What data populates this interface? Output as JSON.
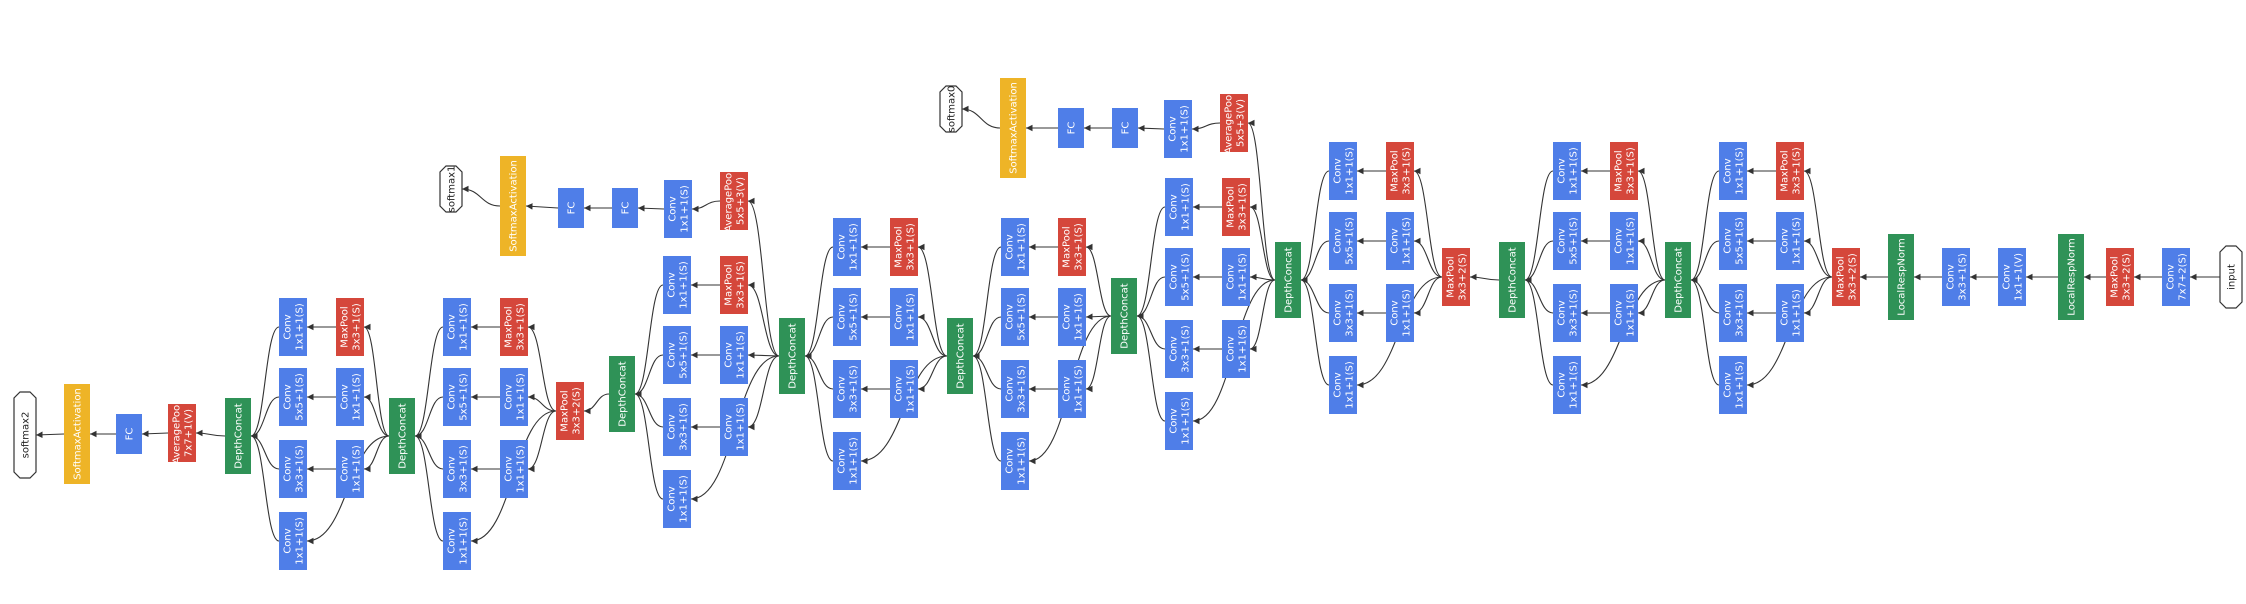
{
  "colors": {
    "conv": "#4f7ee8",
    "pool": "#d5473b",
    "concat": "#2f9257",
    "norm": "#2f9257",
    "softmax_act": "#eeb427",
    "fc": "#4f7ee8",
    "endpoint": "#ffffff",
    "edge": "#333333"
  },
  "labels": {
    "input": "input",
    "conv7": [
      "Conv",
      "7x7+2(S)"
    ],
    "maxpool3s": [
      "MaxPool",
      "3x3+2(S)"
    ],
    "lrn": "LocalRespNorm",
    "conv1v": [
      "Conv",
      "1x1+1(V)"
    ],
    "conv3s": [
      "Conv",
      "3x3+1(S)"
    ],
    "conv1s": [
      "Conv",
      "1x1+1(S)"
    ],
    "conv5s": [
      "Conv",
      "5x5+1(S)"
    ],
    "mp3s1": [
      "MaxPool",
      "3x3+1(S)"
    ],
    "concat": "DepthConcat",
    "avgpool5": [
      "AveragePool",
      "5x5+3(V)"
    ],
    "avgpool7": [
      "AveragePool",
      "7x7+1(V)"
    ],
    "fc": "FC",
    "softmax_activation": "SoftmaxActivation",
    "softmax0": "softmax0",
    "softmax1": "softmax1",
    "softmax2": "softmax2"
  }
}
